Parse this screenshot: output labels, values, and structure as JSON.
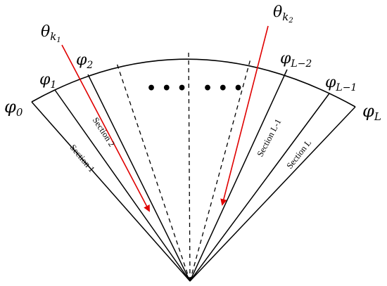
{
  "boundary_labels": [
    {
      "symbol": "φ",
      "sub": "0"
    },
    {
      "symbol": "φ",
      "sub": "1"
    },
    {
      "symbol": "φ",
      "sub": "2"
    },
    {
      "symbol": "φ",
      "sub": "L−2"
    },
    {
      "symbol": "φ",
      "sub": "L−1"
    },
    {
      "symbol": "φ",
      "sub": "L"
    }
  ],
  "section_labels": [
    "Section 1",
    "Section 2",
    "Section L-1",
    "Section L"
  ],
  "ellipsis": [
    "• • •",
    "• • •"
  ],
  "incident_angles": [
    {
      "symbol": "θ",
      "sub": "k",
      "subsub": "1"
    },
    {
      "symbol": "θ",
      "sub": "k",
      "subsub": "2"
    }
  ],
  "colors": {
    "line": "#000000",
    "arrow": "#e00000"
  }
}
